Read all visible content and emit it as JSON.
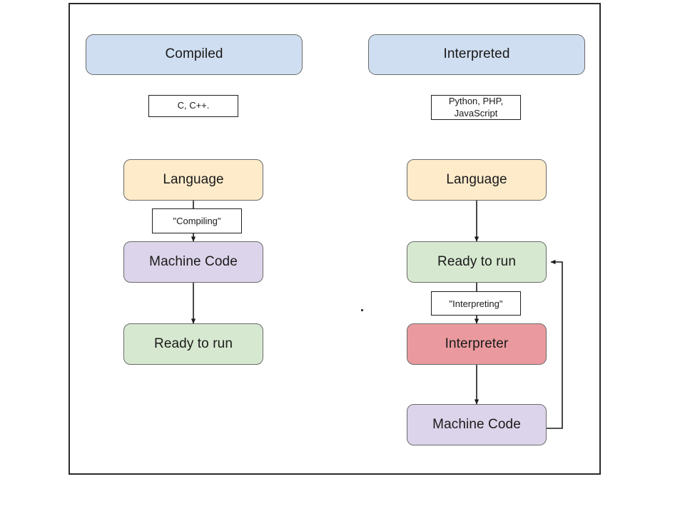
{
  "diagram": {
    "title": "Compiled vs Interpreted language execution flow",
    "frame_border_color": "#2b2b2b",
    "background_color": "#ffffff"
  },
  "colors": {
    "header_blue": "#cfdef0",
    "language_yellow": "#fdebca",
    "machine_code_purple": "#dcd4ea",
    "ready_green": "#d7e8d0",
    "interpreter_red": "#ea9a9e",
    "node_stroke": "#6b6b6b",
    "edge_stroke": "#1a1a1a",
    "label_box_bg": "#ffffff"
  },
  "columns": {
    "compiled": {
      "header": "Compiled",
      "examples": "C, C++.",
      "nodes": [
        {
          "label": "Language",
          "color_key": "language_yellow"
        },
        {
          "label": "Machine Code",
          "color_key": "machine_code_purple"
        },
        {
          "label": "Ready to run",
          "color_key": "ready_green"
        }
      ],
      "edge_labels": [
        {
          "text": "\"Compiling\""
        }
      ]
    },
    "interpreted": {
      "header": "Interpreted",
      "examples": "Python, PHP,\nJavaScript",
      "examples_line1": "Python, PHP,",
      "examples_line2": "JavaScript",
      "nodes": [
        {
          "label": "Language",
          "color_key": "language_yellow"
        },
        {
          "label": "Ready to run",
          "color_key": "ready_green"
        },
        {
          "label": "Interpreter",
          "color_key": "interpreter_red"
        },
        {
          "label": "Machine Code",
          "color_key": "machine_code_purple"
        }
      ],
      "edge_labels": [
        {
          "text": "\"Interpreting\""
        }
      ],
      "feedback_loop": "Machine Code returns to Ready to run"
    }
  }
}
